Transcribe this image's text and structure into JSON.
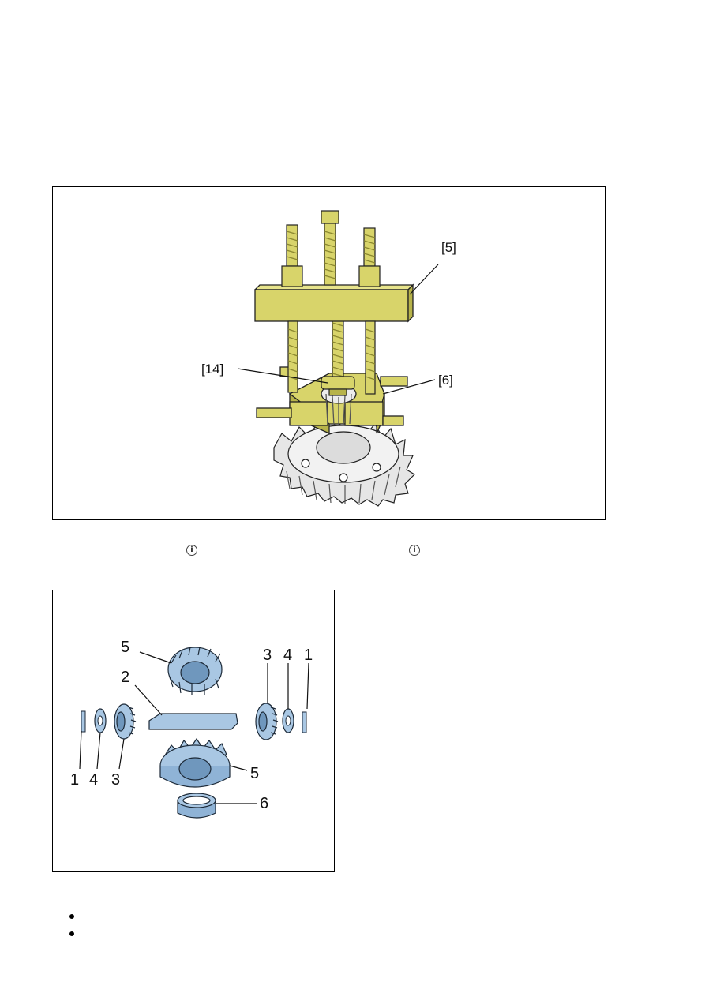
{
  "figure1": {
    "callouts": {
      "puller": "[5]",
      "thrust_piece": "[14]",
      "separator": "[6]"
    },
    "colors": {
      "tool": "#d8d46a",
      "tool_shade": "#b7b34a",
      "gear": "#e4e4e4",
      "outline": "#222222"
    }
  },
  "figure2": {
    "labels": {
      "top_gear": "5",
      "shaft": "2",
      "right_pinion": "3",
      "right_washer": "4",
      "right_pin": "1",
      "left_pin": "1",
      "left_washer": "4",
      "left_pinion": "3",
      "bottom_gear": "5",
      "ring": "6"
    },
    "colors": {
      "part": "#a9c7e3",
      "part_dark": "#6f97bd",
      "outline": "#1d2a38"
    }
  },
  "icons": {
    "info1": "i",
    "info2": "i"
  },
  "bullets": [
    {
      "text": ""
    },
    {
      "text": ""
    }
  ]
}
